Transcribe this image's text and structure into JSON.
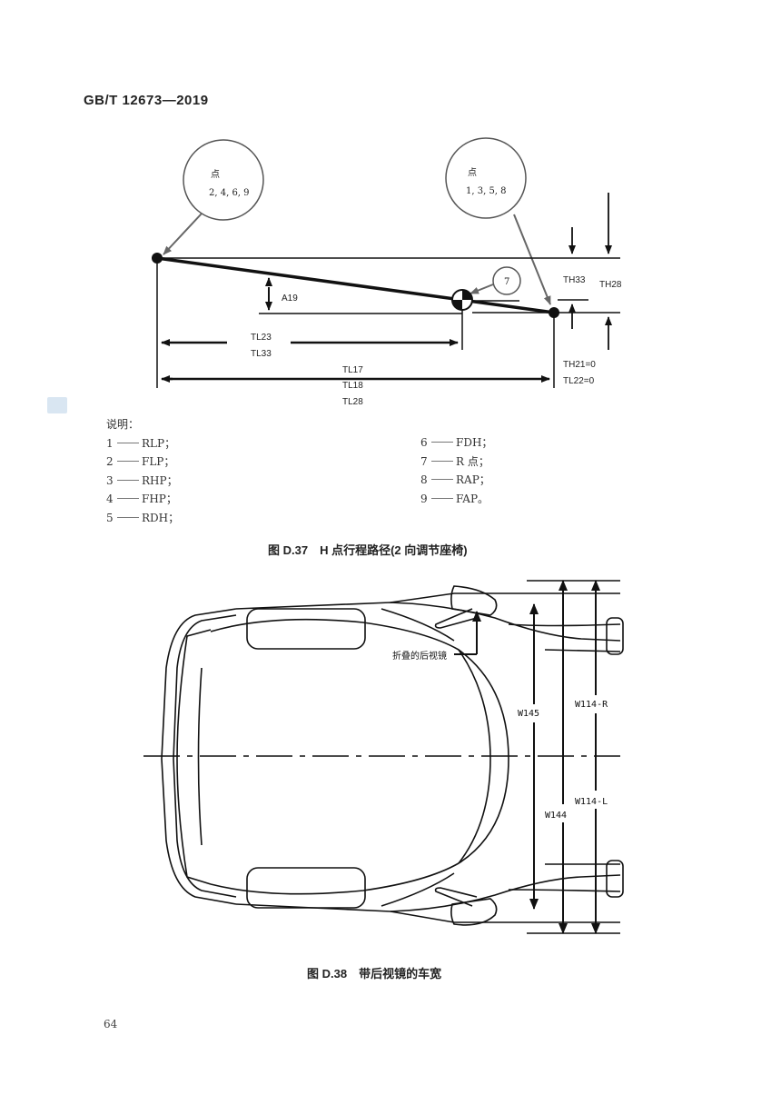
{
  "header": {
    "standard_code": "GB/T  12673—2019"
  },
  "figure1": {
    "callout_left": {
      "title": "点",
      "points": "2, 4, 6, 9"
    },
    "callout_right": {
      "title": "点",
      "points": "1, 3, 5, 8"
    },
    "callout_small": "7",
    "labels": {
      "a19": "A19",
      "th33": "TH33",
      "th28": "TH28",
      "tl23": "TL23",
      "tl33": "TL33",
      "tl17": "TL17",
      "tl18": "TL18",
      "tl28": "TL28",
      "th21": "TH21=0",
      "tl22": "TL22=0"
    },
    "legend": {
      "title": "说明：",
      "left": [
        {
          "num": "1",
          "label": "RLP；"
        },
        {
          "num": "2",
          "label": "FLP；"
        },
        {
          "num": "3",
          "label": "RHP；"
        },
        {
          "num": "4",
          "label": "FHP；"
        },
        {
          "num": "5",
          "label": "RDH；"
        }
      ],
      "right": [
        {
          "num": "6",
          "label": "FDH；"
        },
        {
          "num": "7",
          "label": "R 点；"
        },
        {
          "num": "8",
          "label": "RAP；"
        },
        {
          "num": "9",
          "label": "FAP。"
        }
      ]
    },
    "caption": "图 D.37　H 点行程路径(2 向调节座椅)"
  },
  "figure2": {
    "mirror_label": "折叠的后视镜",
    "labels": {
      "w145": "W145",
      "w144": "W144",
      "w114r": "W114-R",
      "w114l": "W114-L"
    },
    "caption": "图 D.38　带后视镜的车宽"
  },
  "page_number": "64"
}
